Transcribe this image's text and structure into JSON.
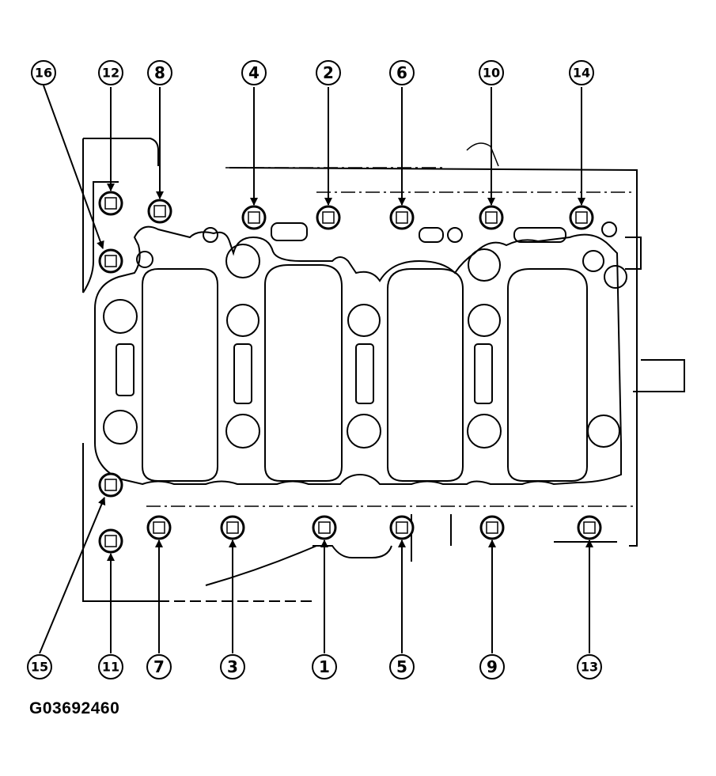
{
  "figure_id": "G03692460",
  "callouts": [
    {
      "number": "1"
    },
    {
      "number": "2"
    },
    {
      "number": "3"
    },
    {
      "number": "4"
    },
    {
      "number": "5"
    },
    {
      "number": "6"
    },
    {
      "number": "7"
    },
    {
      "number": "8"
    },
    {
      "number": "9"
    },
    {
      "number": "10"
    },
    {
      "number": "11"
    },
    {
      "number": "12"
    },
    {
      "number": "13"
    },
    {
      "number": "14"
    },
    {
      "number": "15"
    },
    {
      "number": "16"
    }
  ]
}
